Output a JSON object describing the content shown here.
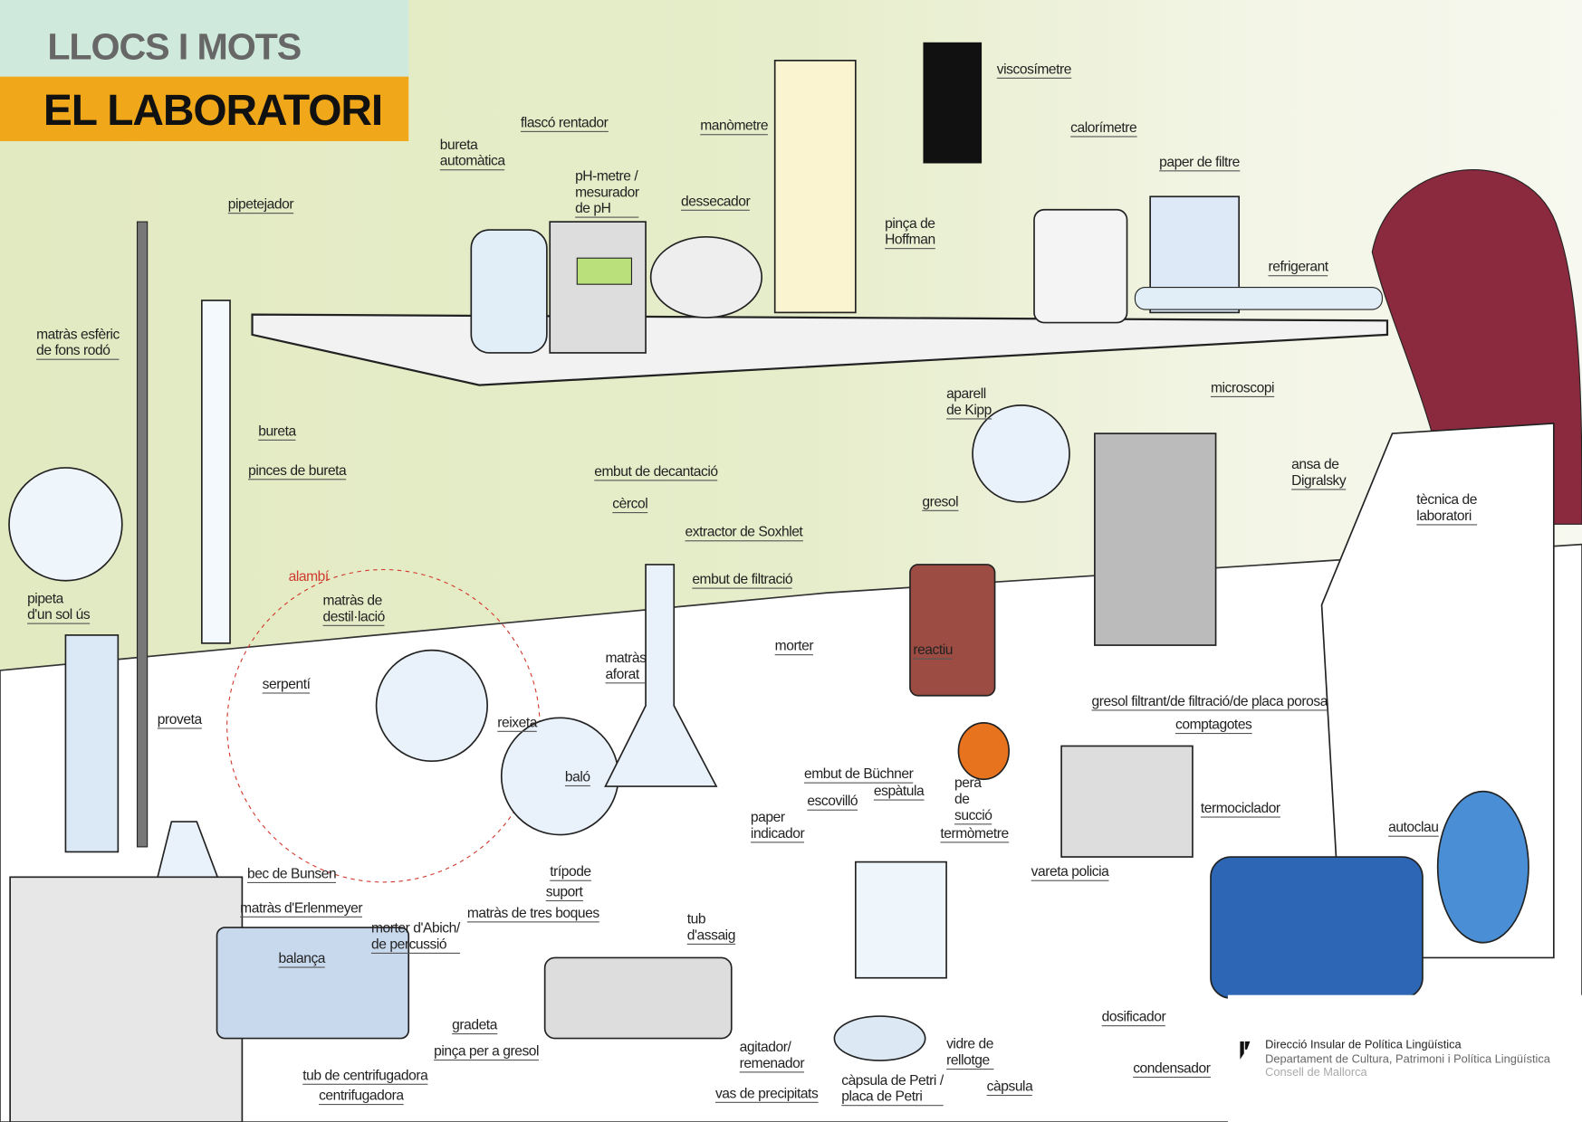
{
  "header": {
    "series": "LLOCS I MOTS",
    "title": "EL LABORATORI"
  },
  "colors": {
    "series_band": "#cfe9dc",
    "title_band": "#f0a81a",
    "wall": "#e2eac2",
    "alambi_label": "#d03a2e"
  },
  "labels": [
    "pipetejador",
    "bureta\nautomàtica",
    "flascó rentador",
    "pH-metre /\nmesurador\nde pH",
    "dessecador",
    "manòmetre",
    "viscosímetre",
    "calorímetre",
    "paper de filtre",
    "pinça de\nHoffman",
    "refrigerant",
    "matràs esfèric\nde fons rodó",
    "bureta",
    "pinces de bureta",
    "embut de decantació",
    "cèrcol",
    "extractor de Soxhlet",
    "aparell\nde Kipp",
    "microscopi",
    "gresol",
    "ansa de\nDigralsky",
    "tècnica de\nlaboratori",
    "alambí",
    "matràs de\ndestil·lació",
    "embut de filtració",
    "pipeta\nd'un sol ús",
    "serpentí",
    "proveta",
    "reixeta",
    "matràs\naforat",
    "morter",
    "reactiu",
    "baló",
    "gresol filtrant/de filtració/de placa porosa",
    "comptagotes",
    "embut de Büchner",
    "espàtula",
    "escovilló",
    "pera\nde\nsucció",
    "paper\nindicador",
    "termòmetre",
    "termociclador",
    "autoclau",
    "vareta policia",
    "bec de Bunsen",
    "trípode",
    "suport",
    "matràs d'Erlenmeyer",
    "matràs de tres boques",
    "morter d'Abich/\nde percussió",
    "tub\nd'assaig",
    "balança",
    "dosificador",
    "gradeta",
    "pinça per a gresol",
    "agitador/\nremenador",
    "vidre de\nrellotge",
    "condensador",
    "tub de centrifugadora",
    "centrifugadora",
    "vas de precipitats",
    "càpsula de Petri /\nplaca de Petri",
    "càpsula"
  ],
  "footer": {
    "line1": "Direcció Insular de Política Lingüística",
    "line2": "Departament de Cultura, Patrimoni i Política Lingüística",
    "line3": "Consell de Mallorca"
  }
}
